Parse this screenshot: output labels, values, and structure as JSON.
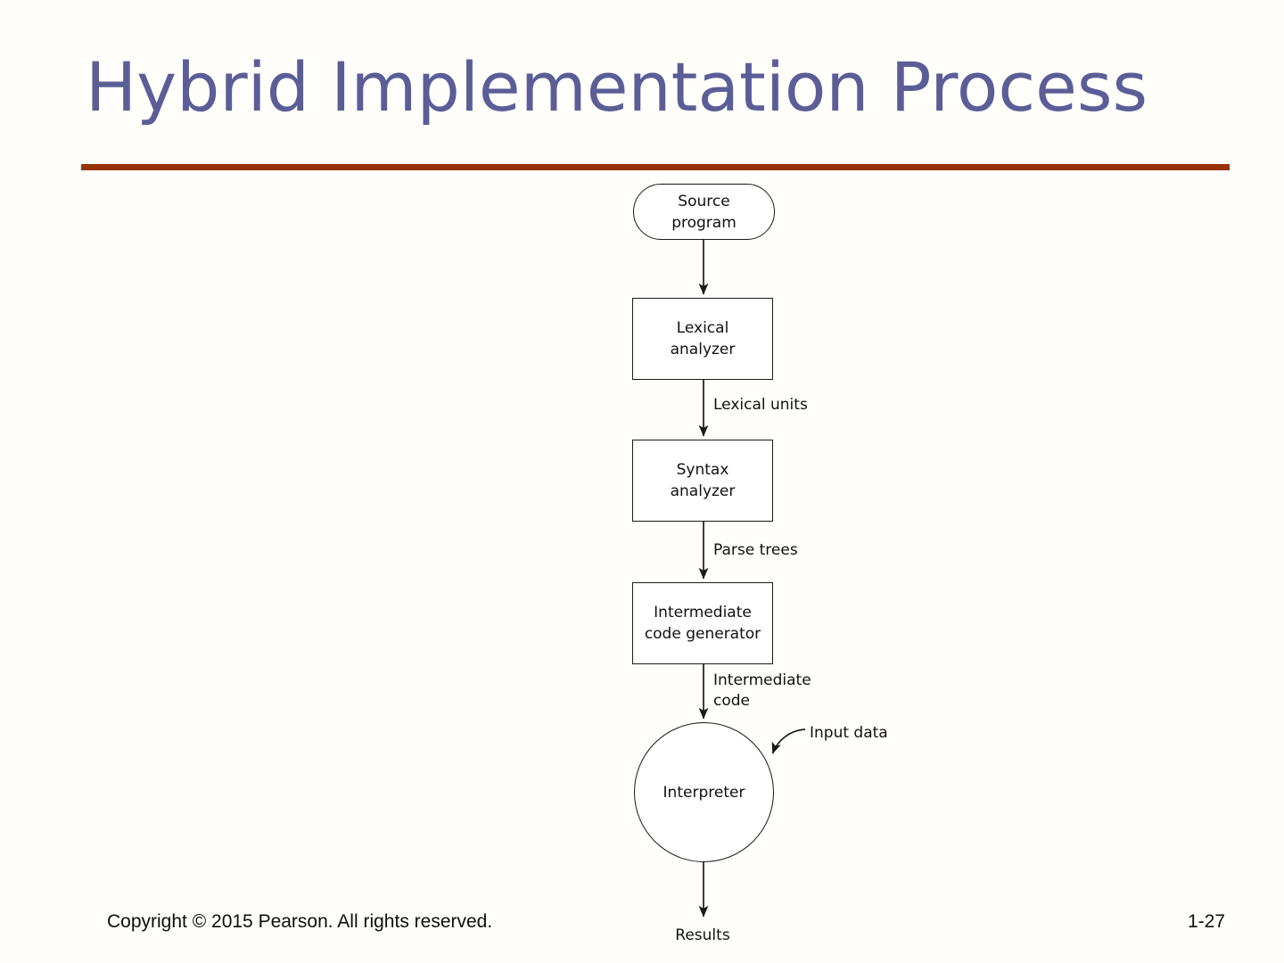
{
  "slide": {
    "title": "Hybrid Implementation Process",
    "title_color": "#5b5e96",
    "rule_color": "#963306",
    "background_color": "#fffefb"
  },
  "footer": {
    "copyright": "Copyright © 2015 Pearson. All rights reserved.",
    "page_number": "1-27"
  },
  "diagram": {
    "type": "flowchart",
    "stroke_color": "#1a1a1a",
    "nodes": [
      {
        "id": "source-program",
        "shape": "stadium",
        "line1": "Source",
        "line2": "program"
      },
      {
        "id": "lexical-analyzer",
        "shape": "rectangle",
        "line1": "Lexical",
        "line2": "analyzer"
      },
      {
        "id": "syntax-analyzer",
        "shape": "rectangle",
        "line1": "Syntax",
        "line2": "analyzer"
      },
      {
        "id": "intermediate-code-generator",
        "shape": "rectangle",
        "line1": "Intermediate",
        "line2": "code generator"
      },
      {
        "id": "interpreter",
        "shape": "circle",
        "line1": "Interpreter",
        "line2": ""
      }
    ],
    "edge_labels": [
      {
        "id": "lexical-units",
        "text": "Lexical units"
      },
      {
        "id": "parse-trees",
        "text": "Parse trees"
      },
      {
        "id": "intermediate-code",
        "text": "Intermediate\ncode"
      },
      {
        "id": "input-data",
        "text": "Input data"
      }
    ],
    "captions": [
      {
        "id": "results",
        "text": "Results"
      }
    ]
  }
}
